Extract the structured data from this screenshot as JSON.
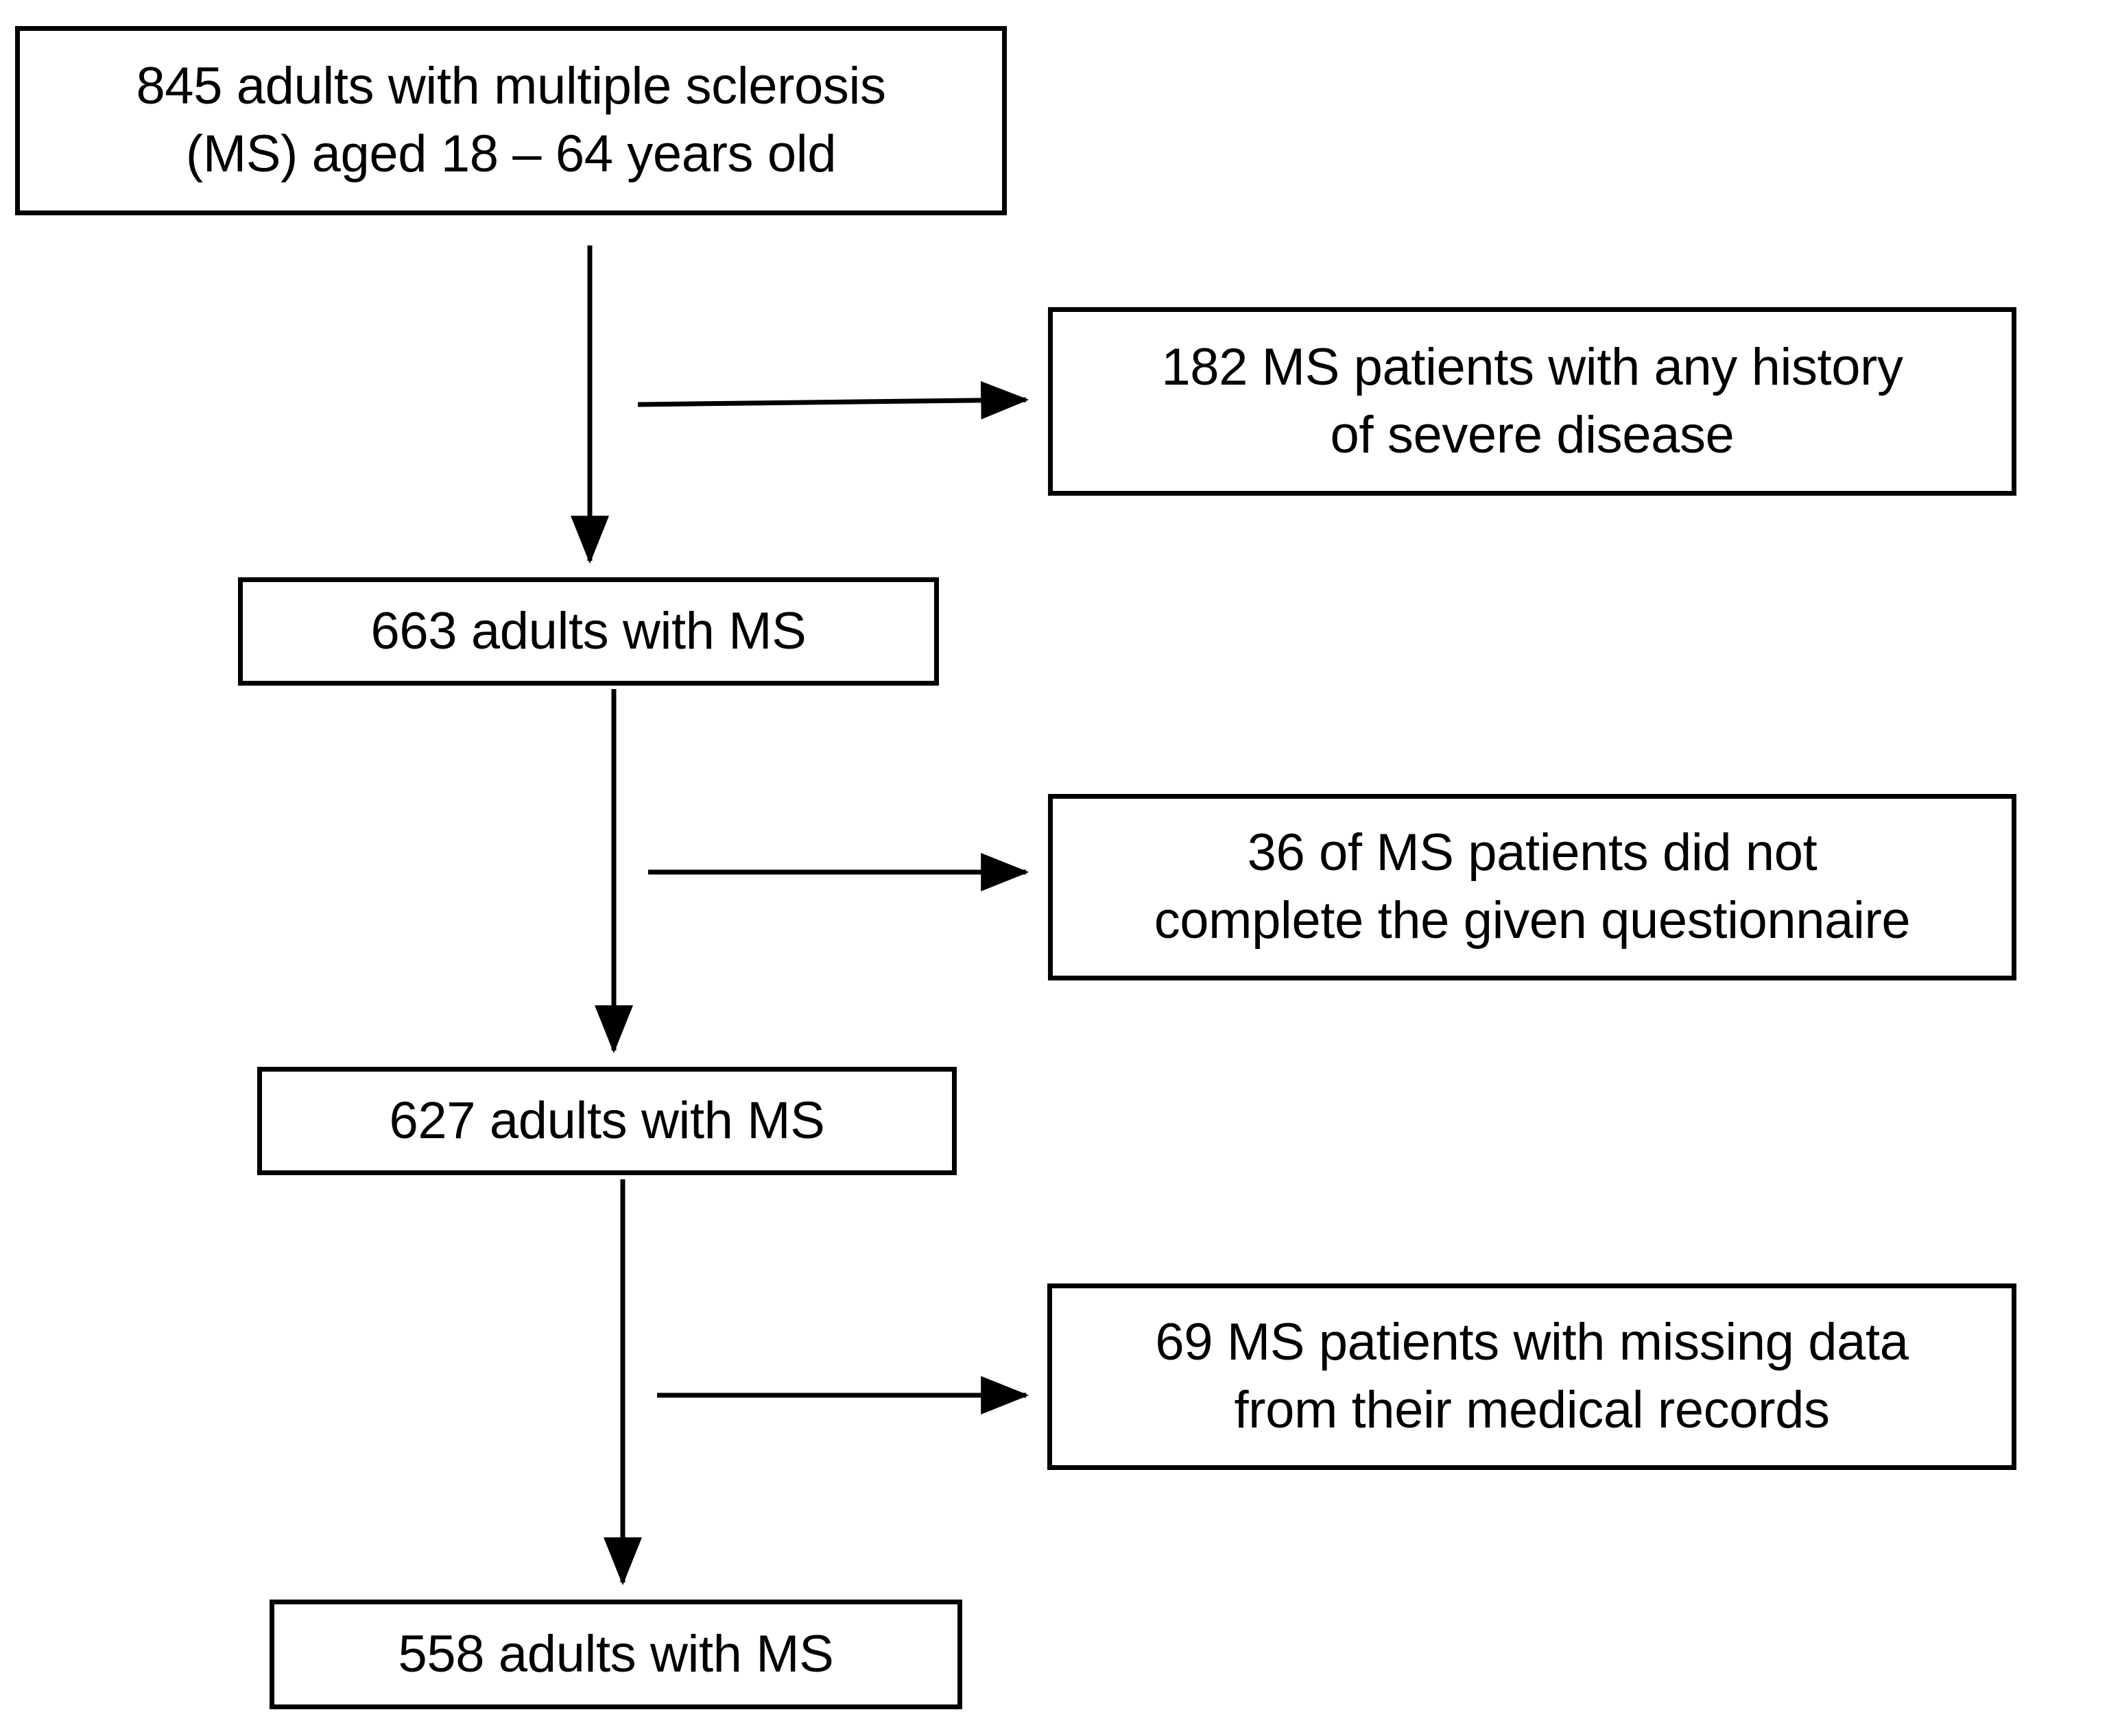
{
  "diagram": {
    "title": "Participant flow diagram for multiple sclerosis study",
    "type": "flowchart",
    "orientation": "top-to-bottom",
    "colors": {
      "background": "#ffffff",
      "stroke": "#000000",
      "text": "#000000"
    },
    "nodes": [
      {
        "id": "enrolled",
        "role": "start",
        "text": "845 adults with multiple sclerosis\n(MS) aged 18 – 64 years old",
        "count": 845
      },
      {
        "id": "excluded_severe_disease",
        "role": "exclusion",
        "text": "182 MS patients with any history\nof severe disease",
        "count": 182
      },
      {
        "id": "stage_1",
        "role": "stage",
        "text": "663 adults with MS",
        "count": 663
      },
      {
        "id": "excluded_questionnaire",
        "role": "exclusion",
        "text": "36 of MS patients did not\ncomplete the given questionnaire",
        "count": 36
      },
      {
        "id": "stage_2",
        "role": "stage",
        "text": "627 adults with MS",
        "count": 627
      },
      {
        "id": "excluded_missing_data",
        "role": "exclusion",
        "text": "69 MS patients with missing data\nfrom their medical records",
        "count": 69
      },
      {
        "id": "final",
        "role": "end",
        "text": "558 adults with MS",
        "count": 558
      }
    ],
    "connectors": [
      {
        "id": "enrolled-to-stage1",
        "from": "enrolled",
        "to": "stage_1",
        "direction": "down"
      },
      {
        "id": "enrolled-to-excl1",
        "from": "enrolled",
        "to": "excluded_severe_disease",
        "direction": "right"
      },
      {
        "id": "stage1-to-stage2",
        "from": "stage_1",
        "to": "stage_2",
        "direction": "down"
      },
      {
        "id": "stage1-to-excl2",
        "from": "stage_1",
        "to": "excluded_questionnaire",
        "direction": "right"
      },
      {
        "id": "stage2-to-final",
        "from": "stage_2",
        "to": "final",
        "direction": "down"
      },
      {
        "id": "stage2-to-excl3",
        "from": "stage_2",
        "to": "excluded_missing_data",
        "direction": "right"
      }
    ]
  }
}
